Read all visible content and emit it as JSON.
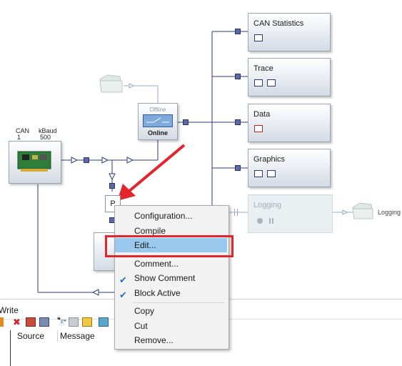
{
  "blocks": {
    "can_statistics": {
      "title": "CAN Statistics"
    },
    "trace": {
      "title": "Trace"
    },
    "data": {
      "title": "Data"
    },
    "graphics": {
      "title": "Graphics"
    },
    "logging": {
      "title": "Logging"
    },
    "logging_output": {
      "label": "Logging"
    }
  },
  "switch_block": {
    "top_label": "Offline",
    "bottom_label": "Online"
  },
  "can_card": {
    "col1_header": "CAN",
    "col1_value": "1",
    "col2_header": "kBaud",
    "col2_value": "500"
  },
  "program_node": {
    "label": "P"
  },
  "context_menu": {
    "items": [
      {
        "label": "Configuration..."
      },
      {
        "label": "Compile"
      },
      {
        "label": "Edit..."
      },
      {
        "label": "Comment..."
      },
      {
        "label": "Show Comment"
      },
      {
        "label": "Block Active"
      },
      {
        "label": "Copy"
      },
      {
        "label": "Cut"
      },
      {
        "label": "Remove..."
      }
    ],
    "highlighted": "Edit...",
    "checked": [
      "Show Comment",
      "Block Active"
    ]
  },
  "bottom_panel": {
    "title": "Write",
    "columns": [
      "Source",
      "Message"
    ]
  },
  "colors": {
    "wire": "#2c3a78",
    "annotation_red": "#e3262e",
    "highlight": "#99c9ef"
  },
  "icons": [
    "table-icon",
    "trace-window-icon",
    "data-window-icon",
    "graphics-window-icon",
    "record-icon",
    "pause-icon",
    "folder-icon",
    "network-card-icon",
    "red-arrow-icon"
  ]
}
